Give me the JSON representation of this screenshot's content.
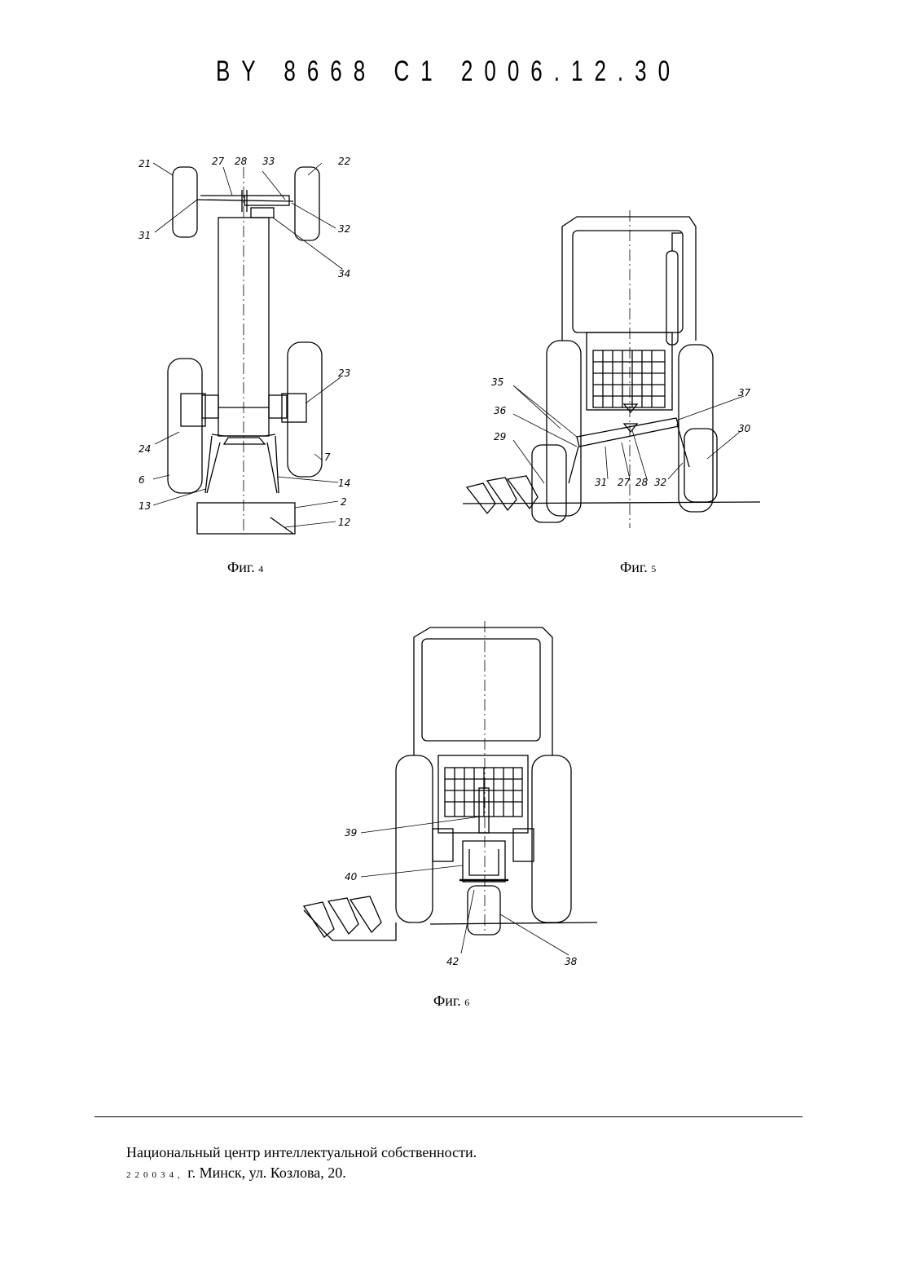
{
  "header": {
    "doc_number": "BY 8668 C1 2006.12.30"
  },
  "figures": [
    {
      "caption_word": "Фиг.",
      "caption_num": "4",
      "labels": [
        "21",
        "27",
        "28",
        "33",
        "22",
        "31",
        "32",
        "34",
        "23",
        "24",
        "6",
        "7",
        "14",
        "13",
        "2",
        "12"
      ]
    },
    {
      "caption_word": "Фиг.",
      "caption_num": "5",
      "labels": [
        "35",
        "36",
        "37",
        "29",
        "31",
        "27",
        "28",
        "32",
        "30"
      ]
    },
    {
      "caption_word": "Фиг.",
      "caption_num": "6",
      "labels": [
        "39",
        "40",
        "42",
        "38"
      ]
    }
  ],
  "footer": {
    "org": "Национальный центр интеллектуальной собственности.",
    "zip": "220034,",
    "address": "г. Минск, ул. Козлова, 20."
  }
}
